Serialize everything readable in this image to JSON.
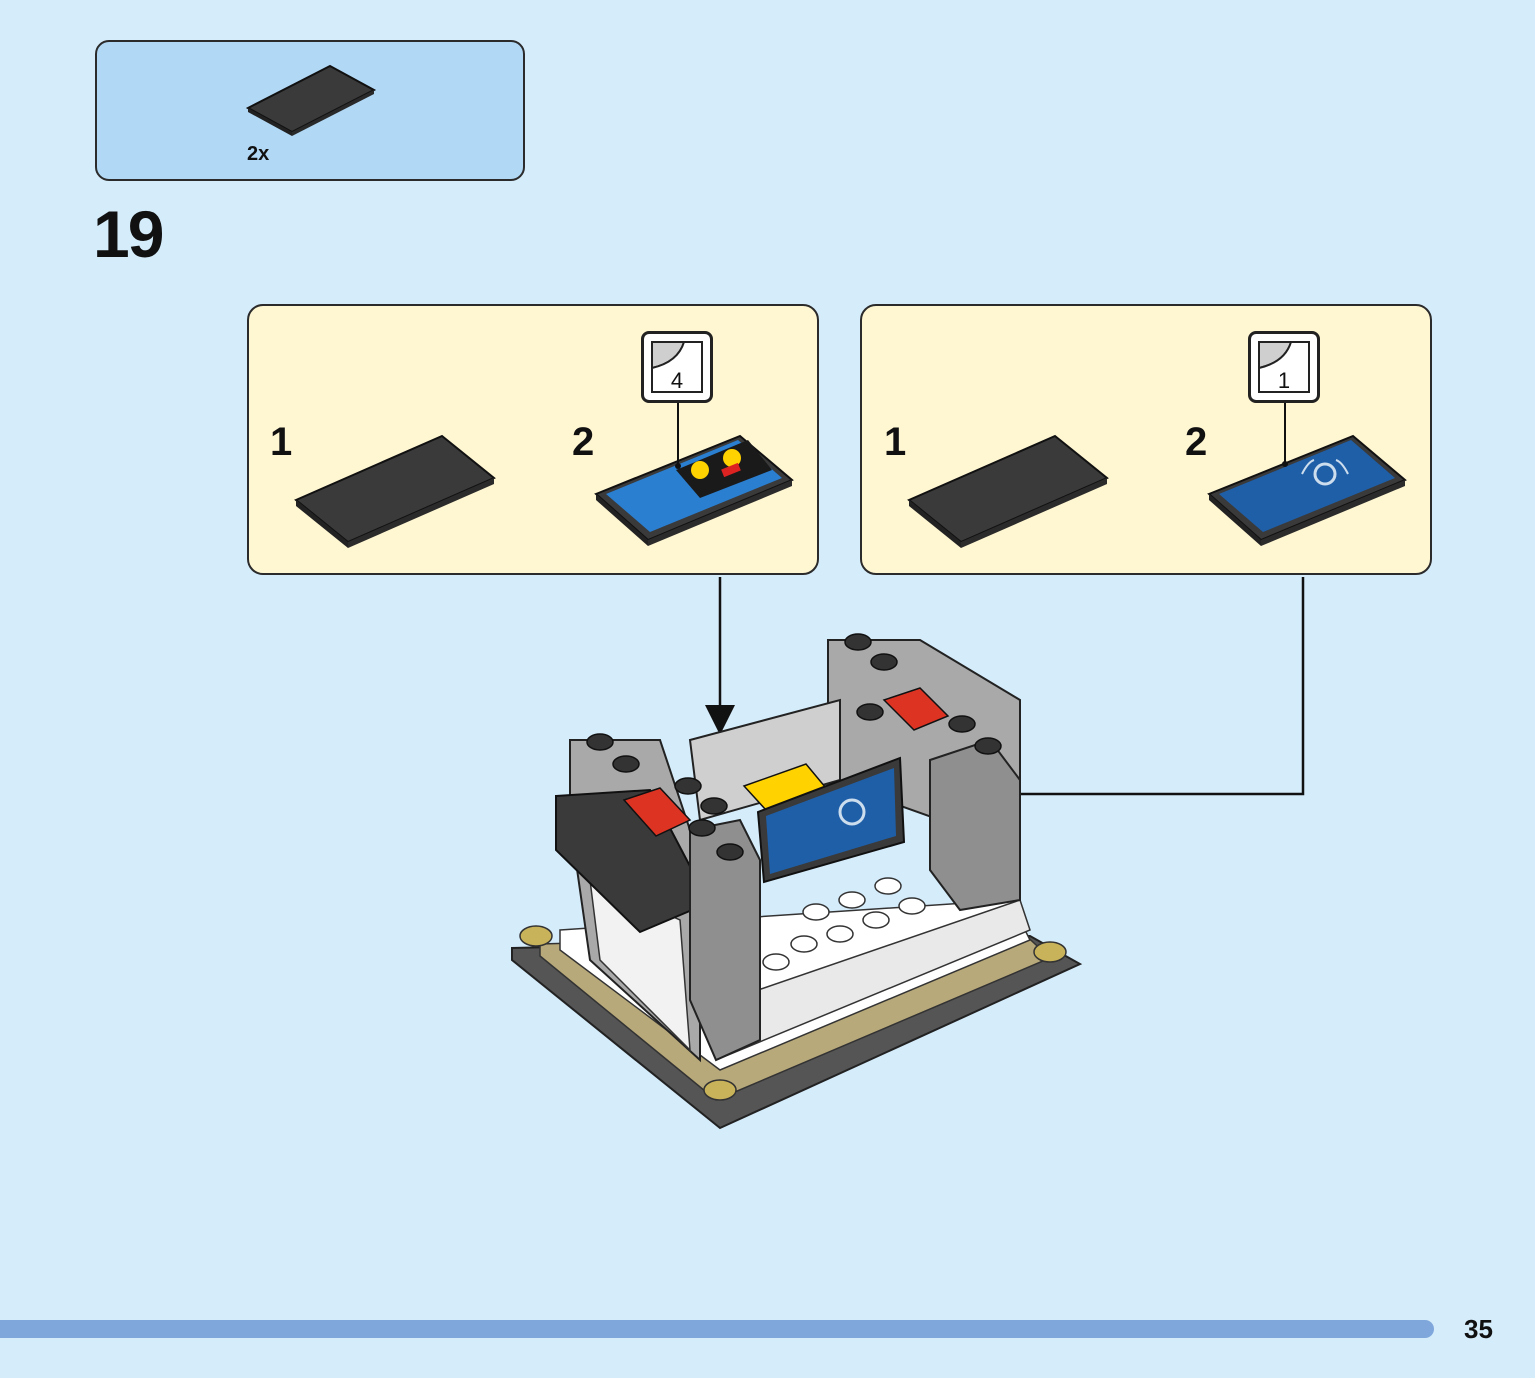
{
  "parts_list": {
    "items": [
      {
        "quantity": "2x",
        "color": "#3a3a3a"
      }
    ]
  },
  "step": {
    "number": "19"
  },
  "substeps": [
    {
      "items": [
        {
          "label": "1"
        },
        {
          "label": "2",
          "sticker_count": "4"
        }
      ]
    },
    {
      "items": [
        {
          "label": "1"
        },
        {
          "label": "2",
          "sticker_count": "1"
        }
      ]
    }
  ],
  "colors": {
    "background": "#d5ecfb",
    "parts_box": "#b1d8f5",
    "substep_box": "#fff6d2",
    "page_bar": "#7fa7db"
  },
  "page": {
    "number": "35"
  }
}
